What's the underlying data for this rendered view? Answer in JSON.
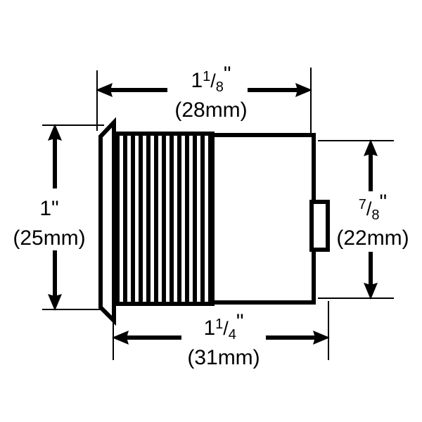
{
  "drawing": {
    "title": "Mortise cylinder dimensional drawing",
    "subject": "threaded mortise cylinder housing",
    "line_color": "#000000",
    "background_color": "#ffffff",
    "fill_color": "#ffffff"
  },
  "dimensions": {
    "top": {
      "name": "threaded-length",
      "whole": "1",
      "numerator": "1",
      "slash": "/",
      "denominator": "8",
      "unit_mark": "\"",
      "metric": "(28mm)",
      "orientation": "horizontal",
      "arrow_direction": "both"
    },
    "bottom": {
      "name": "overall-length",
      "whole": "1",
      "numerator": "1",
      "slash": "/",
      "denominator": "4",
      "unit_mark": "\"",
      "metric": "(31mm)",
      "orientation": "horizontal",
      "arrow_direction": "both"
    },
    "left": {
      "name": "flange-diameter",
      "whole": "1",
      "numerator": "",
      "slash": "",
      "denominator": "",
      "unit_mark": "\"",
      "metric": "(25mm)",
      "orientation": "vertical",
      "arrow_direction": "both"
    },
    "right": {
      "name": "body-diameter",
      "whole": "",
      "numerator": "7",
      "slash": "/",
      "denominator": "8",
      "unit_mark": "\"",
      "metric": "(22mm)",
      "orientation": "vertical",
      "arrow_direction": "both"
    }
  },
  "part": {
    "flange": {
      "name": "left-flange",
      "shape": "angled-collar"
    },
    "threads": {
      "name": "thread-section",
      "count": 13
    },
    "body": {
      "name": "cylinder-body",
      "shape": "rectangle"
    },
    "cam_tab": {
      "name": "cam-tab",
      "shape": "rectangle"
    }
  }
}
